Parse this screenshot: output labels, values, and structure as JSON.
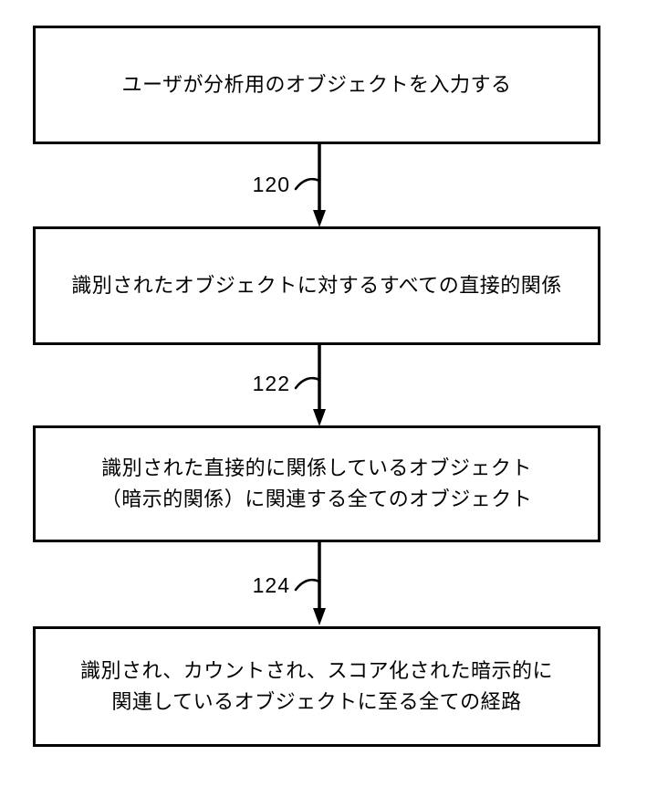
{
  "flowchart": {
    "background": "#ffffff",
    "line_color": "#000000",
    "boxes": [
      {
        "text": "ユーザが分析用のオブジェクトを入力する"
      },
      {
        "text": "識別されたオブジェクトに対するすべての直接的関係"
      },
      {
        "text": "識別された直接的に関係しているオブジェクト\n（暗示的関係）に関連する全てのオブジェクト"
      },
      {
        "text": "識別され、カウントされ、スコア化された暗示的に\n関連しているオブジェクトに至る全ての経路"
      }
    ],
    "connectors": [
      {
        "label": "120"
      },
      {
        "label": "122"
      },
      {
        "label": "124"
      }
    ]
  }
}
